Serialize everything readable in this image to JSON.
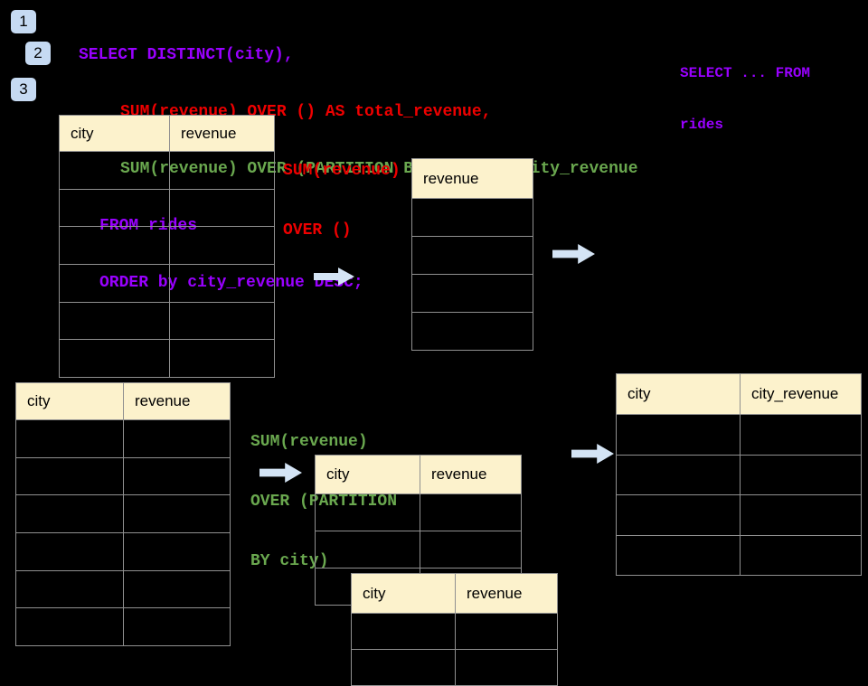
{
  "colors": {
    "background": "#000000",
    "purple": "#9900FF",
    "red": "#EE0000",
    "green": "#6AA84F",
    "header_fill": "#FCF2CC",
    "line": "#909090",
    "arrow_fill": "#D4E4F5",
    "badge_fill": "#C6DAF2"
  },
  "badges": [
    "1",
    "2",
    "3"
  ],
  "code": {
    "lines": [
      {
        "text": "SELECT DISTINCT(city),"
      },
      {
        "text": "SUM(revenue) OVER () AS total_revenue,"
      },
      {
        "text": "SUM(revenue) OVER (PARTITION BY city) as city_revenue"
      },
      {
        "text": "FROM rides"
      },
      {
        "text": "ORDER by city_revenue DESC;"
      }
    ]
  },
  "side_note": {
    "lines": [
      "SELECT ... FROM",
      "rides"
    ]
  },
  "labels": {
    "total": {
      "lines": [
        "SUM(revenue)",
        "OVER ()"
      ]
    },
    "partition": {
      "lines": [
        "SUM(revenue)",
        "OVER (PARTITION",
        "BY city)"
      ]
    }
  },
  "tables": {
    "t1": {
      "columns": [
        "city",
        "revenue"
      ],
      "rows": 6
    },
    "t2": {
      "columns": [
        "revenue"
      ],
      "rows": 4
    },
    "t3": {
      "columns": [
        "city",
        "revenue"
      ],
      "rows": 6
    },
    "t4": {
      "columns": [
        "city",
        "revenue"
      ],
      "rows": 3
    },
    "t5": {
      "columns": [
        "city",
        "revenue"
      ],
      "rows": 2
    },
    "t6": {
      "columns": [
        "city",
        "city_revenue"
      ],
      "rows": 4
    }
  }
}
